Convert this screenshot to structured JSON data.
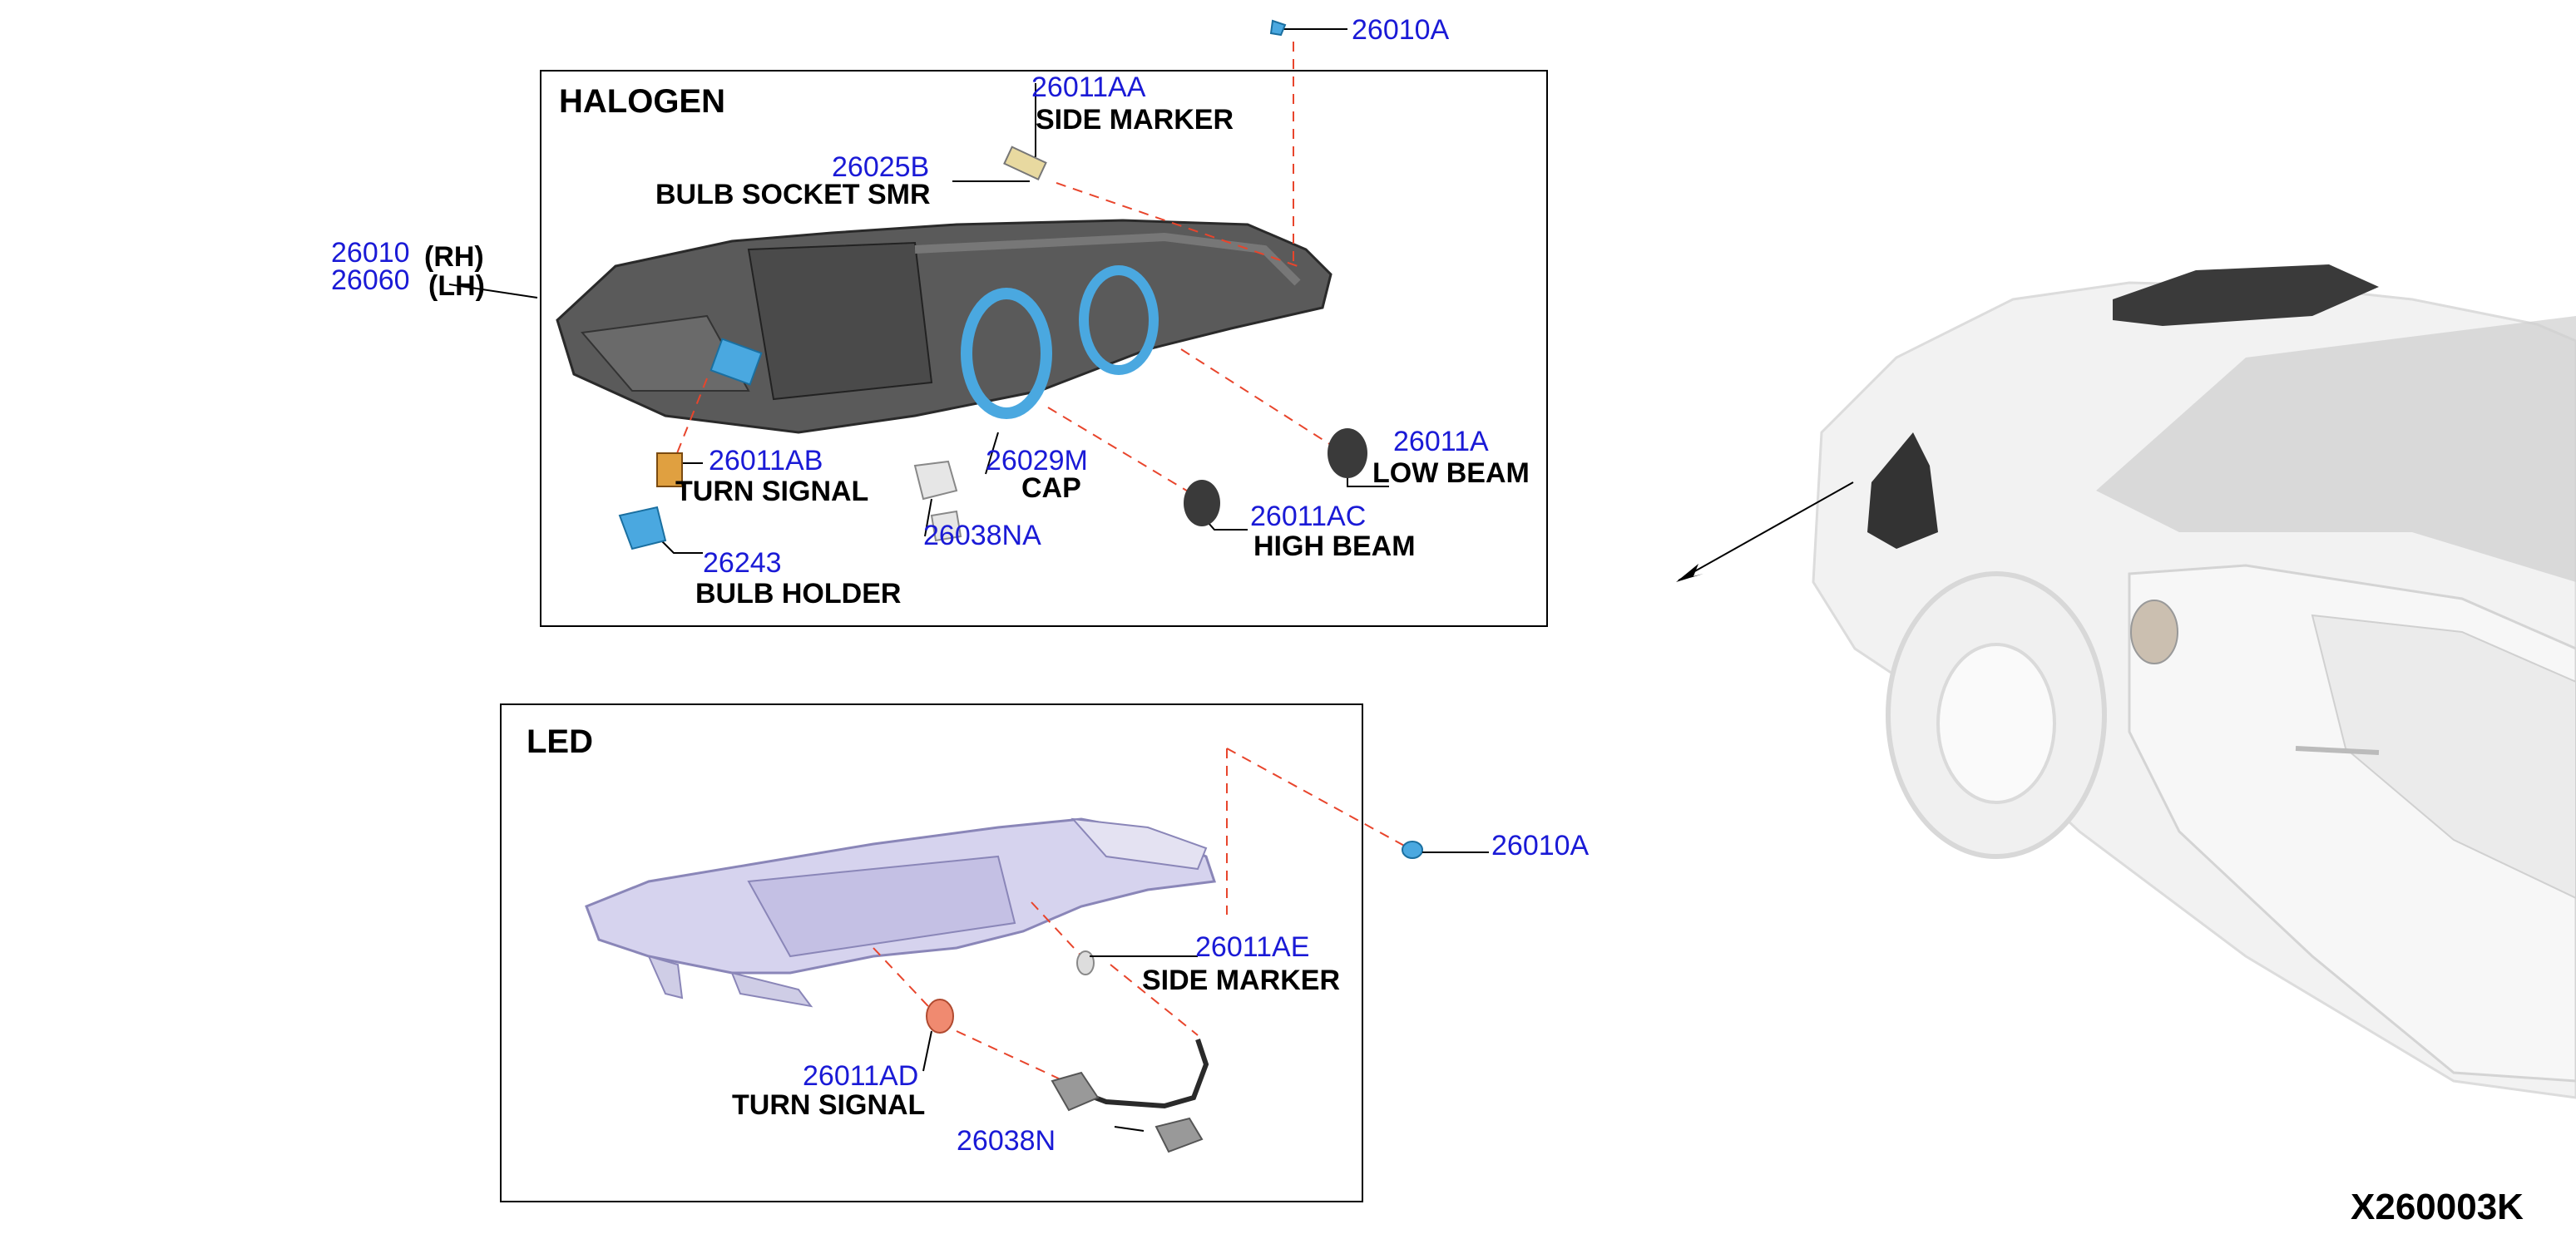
{
  "diagram_code": "X260003K",
  "halogen": {
    "title": "HALOGEN",
    "top_part": "26010A",
    "side_marker": {
      "part": "26011AA",
      "name": "SIDE MARKER"
    },
    "bulb_socket": {
      "part": "26025B",
      "name": "BULB SOCKET SMR"
    },
    "headlamp_rh": {
      "part": "26010",
      "side": "(RH)"
    },
    "headlamp_lh": {
      "part": "26060",
      "side": "(LH)"
    },
    "turn_signal": {
      "part": "26011AB",
      "name": "TURN SIGNAL"
    },
    "cap": {
      "part": "26029M",
      "name": "CAP"
    },
    "low_beam": {
      "part": "26011A",
      "name": "LOW BEAM"
    },
    "socket_part": "26038NA",
    "high_beam": {
      "part": "26011AC",
      "name": "HIGH BEAM"
    },
    "bulb_holder": {
      "part": "26243",
      "name": "BULB HOLDER"
    }
  },
  "led": {
    "title": "LED",
    "top_part": "26010A",
    "side_marker": {
      "part": "26011AE",
      "name": "SIDE MARKER"
    },
    "turn_signal": {
      "part": "26011AD",
      "name": "TURN SIGNAL"
    },
    "harness_part": "26038N"
  },
  "colors": {
    "part_number": "#1a1ad6",
    "leader_dash": "#e8452c",
    "highlight_part": "#4aa8e0"
  }
}
